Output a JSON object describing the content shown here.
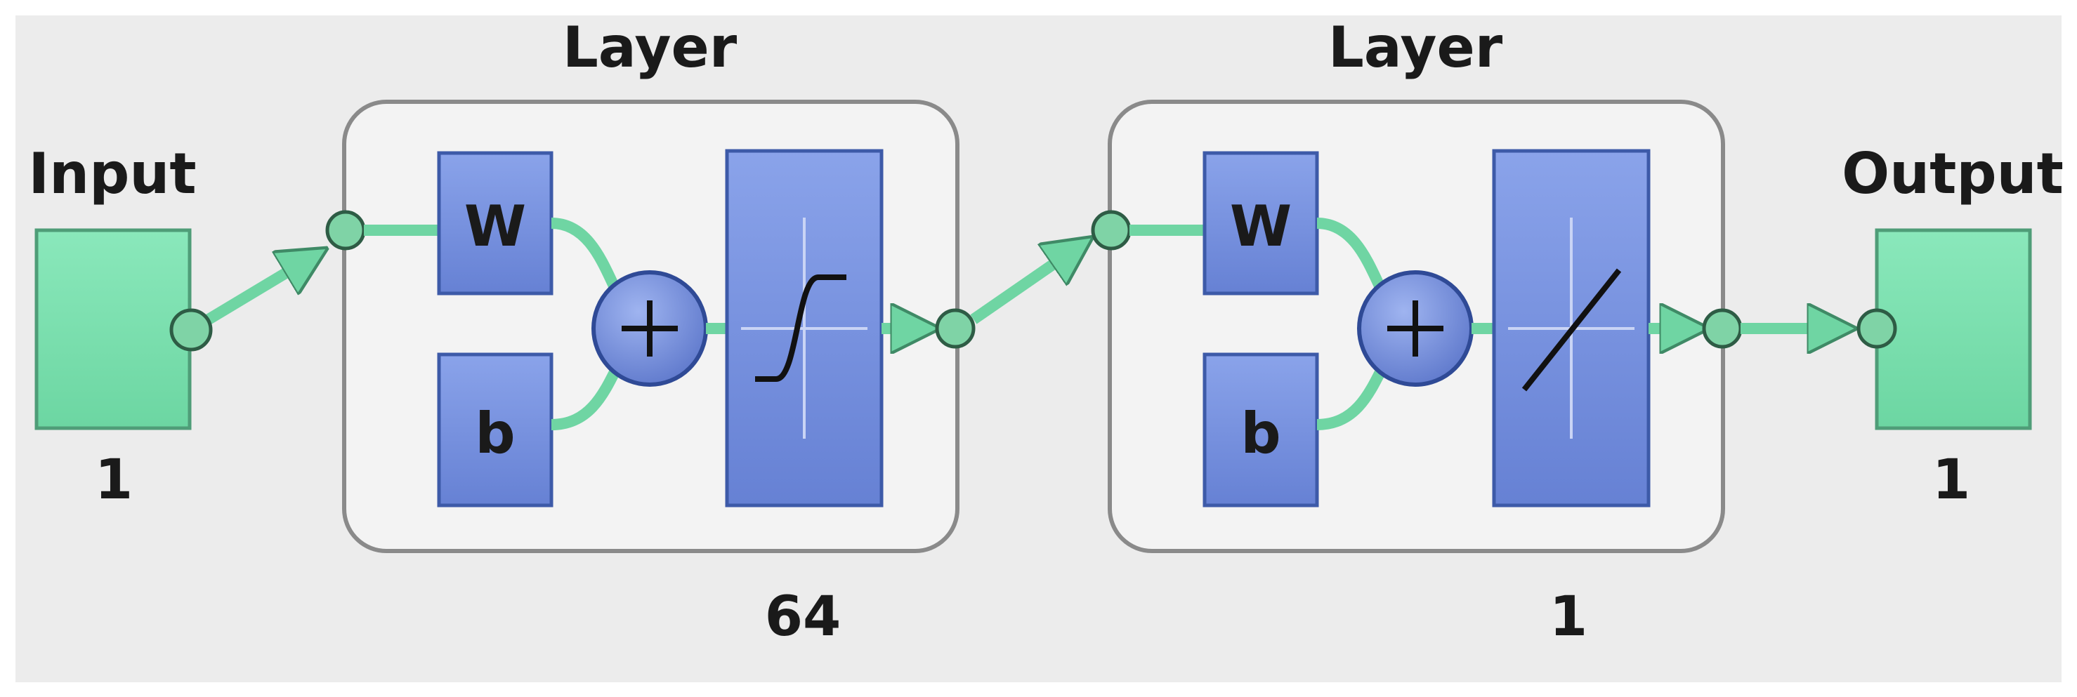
{
  "input": {
    "title": "Input",
    "size": "1"
  },
  "layers": [
    {
      "title": "Layer",
      "weight_label": "W",
      "bias_label": "b",
      "sum_symbol": "+",
      "transfer": "tansig",
      "size": "64"
    },
    {
      "title": "Layer",
      "weight_label": "W",
      "bias_label": "b",
      "sum_symbol": "+",
      "transfer": "purelin",
      "size": "1"
    }
  ],
  "output": {
    "title": "Output",
    "size": "1"
  },
  "colors": {
    "background": "#ececec",
    "io_block": "#79e0ae",
    "connector": "#6fd5a3",
    "node": "#7fd3a6",
    "weight_block": "#7590dc",
    "layer_frame": "#8a8a8a"
  }
}
